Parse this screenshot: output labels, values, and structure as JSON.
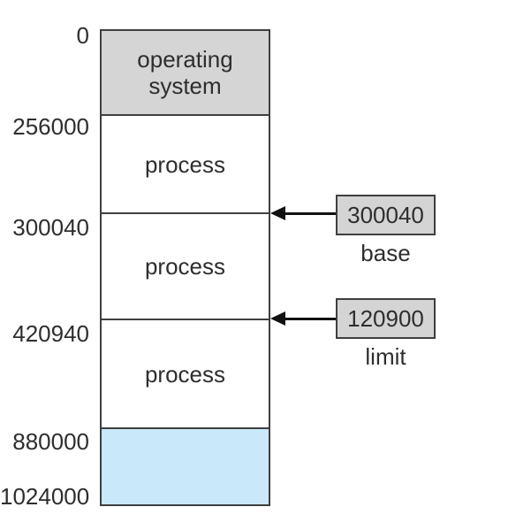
{
  "diagram_type": "memory-map-with-base-and-limit-registers",
  "memory_map": {
    "address_labels": [
      "0",
      "256000",
      "300040",
      "420940",
      "880000",
      "1024000"
    ],
    "segments": [
      {
        "label": "operating system",
        "from": "0",
        "to": "256000",
        "fill": "#d5d5d5"
      },
      {
        "label": "process",
        "from": "256000",
        "to": "300040",
        "fill": "#ffffff"
      },
      {
        "label": "process",
        "from": "300040",
        "to": "420940",
        "fill": "#ffffff"
      },
      {
        "label": "process",
        "from": "420940",
        "to": "880000",
        "fill": "#ffffff"
      },
      {
        "label": "",
        "from": "880000",
        "to": "1024000",
        "fill": "#c9e8fa"
      }
    ]
  },
  "registers": [
    {
      "value": "300040",
      "label": "base",
      "points_to_address": "300040"
    },
    {
      "value": "120900",
      "label": "limit",
      "points_to_address": "420940"
    }
  ],
  "colors": {
    "os_segment_gray": "#d5d5d5",
    "free_space_blue": "#c9e8fa",
    "register_gray": "#d4d4d4",
    "border_dark": "#3f3f3f",
    "arrow_black": "#111111",
    "text": "#2e2e2e",
    "background": "#ffffff"
  }
}
